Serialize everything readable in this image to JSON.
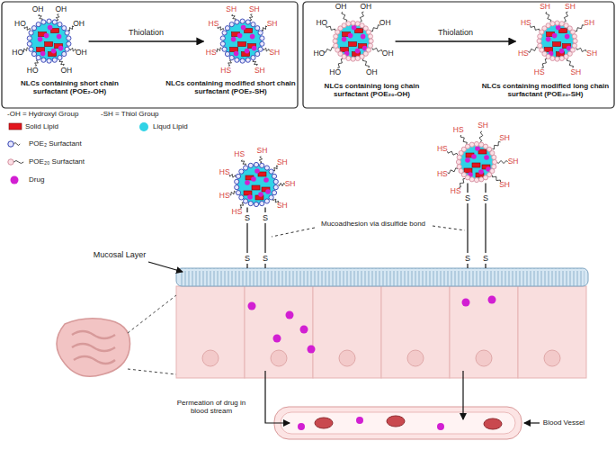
{
  "diagram": {
    "nodes": [
      {
        "text": [
          "NLCs containing short chain surfactant (POE₂-OH)"
        ]
      },
      {
        "text": [
          "NLCs containing modified short chain surfactant (POE₂-SH)"
        ]
      },
      {
        "text": [
          "NLCs containing long chain surfactant (POE₂₀-OH)"
        ]
      },
      {
        "text": [
          "NLCs containing modified long chain surfactant (POE₂₀-SH)"
        ]
      }
    ],
    "edges": [
      {
        "from": 0,
        "to": 1,
        "arrow": "to",
        "label": "Thiolation"
      },
      {
        "from": 2,
        "to": 3,
        "arrow": "to",
        "label": "Thiolation"
      }
    ],
    "labels": [
      "HO",
      "OH",
      "OH",
      "OH",
      "OH",
      "OH",
      "HO",
      "HO",
      "HS",
      "SH",
      "SH",
      "SH",
      "SH",
      "SH",
      "HS",
      "HS",
      "HO",
      "OH",
      "OH",
      "OH",
      "OH",
      "OH",
      "HO",
      "HO",
      "HS",
      "SH",
      "SH",
      "SH",
      "SH",
      "SH",
      "HS",
      "HS",
      "HS",
      "HS",
      "HS",
      "HS",
      "SH",
      "SH",
      "SH",
      "SH",
      "HS",
      "HS",
      "HS",
      "HS",
      "SH",
      "SH",
      "SH",
      "SH",
      "S",
      "S",
      "S",
      "S",
      "S",
      "S",
      "S",
      "S",
      "-OH = Hydroxyl Group",
      "-SH = Thiol Group",
      "Mucoadhesion via disulfide bond",
      "Mucosal Layer",
      "Permeation of drug in blood stream",
      "Blood Vessel"
    ],
    "legend": [
      {
        "text": "Solid Lipid",
        "color": "#e3161e"
      },
      {
        "text": "Liqud Lipid",
        "color": "#2fd3e6"
      },
      {
        "text": "POE₂ Surfactant"
      },
      {
        "text": "POE₂₀ Surfactant"
      },
      {
        "text": "Drug",
        "color": "#d21fd2"
      }
    ]
  }
}
